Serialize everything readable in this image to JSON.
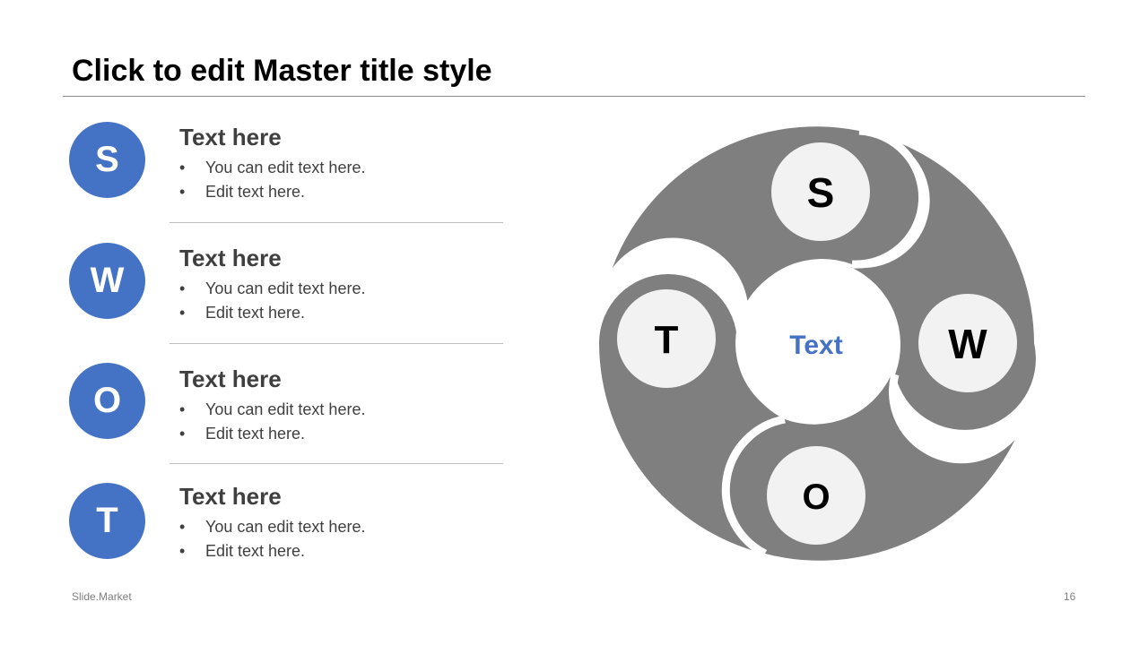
{
  "slide": {
    "title": "Click to edit Master title style",
    "footer_left": "Slide.Market",
    "page_number": "16"
  },
  "colors": {
    "accent": "#4472C4",
    "diagram_gray": "#7F7F7F",
    "node_fill": "#F2F2F2",
    "text_dark": "#3F3F3F"
  },
  "items": [
    {
      "letter": "S",
      "heading": "Text here",
      "bullets": [
        "You can edit text here.",
        "Edit text here."
      ]
    },
    {
      "letter": "W",
      "heading": "Text here",
      "bullets": [
        "You can edit text here.",
        "Edit text here."
      ]
    },
    {
      "letter": "O",
      "heading": "Text here",
      "bullets": [
        "You can edit text here.",
        "Edit text here."
      ]
    },
    {
      "letter": "T",
      "heading": "Text here",
      "bullets": [
        "You can edit text here.",
        "Edit text here."
      ]
    }
  ],
  "diagram": {
    "center_label": "Text",
    "nodes": [
      "S",
      "W",
      "O",
      "T"
    ]
  }
}
